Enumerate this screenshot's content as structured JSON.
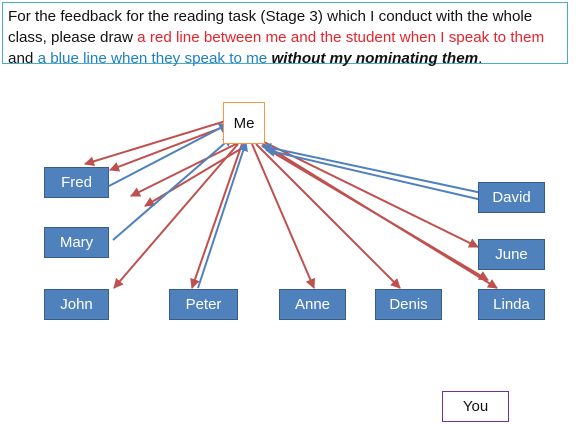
{
  "instructions": {
    "part1": "For the feedback for the reading task (Stage 3) which I conduct with the whole class, please draw ",
    "red_text": "a red line between me and the student when I speak to them",
    "part2": " and ",
    "blue_text": "a blue line when they speak to me",
    "part3": " ",
    "emphasis": "without my nominating them",
    "part4": "."
  },
  "teacher_label": "Me",
  "observer_label": "You",
  "students": [
    {
      "id": "fred",
      "label": "Fred"
    },
    {
      "id": "mary",
      "label": "Mary"
    },
    {
      "id": "john",
      "label": "John"
    },
    {
      "id": "peter",
      "label": "Peter"
    },
    {
      "id": "anne",
      "label": "Anne"
    },
    {
      "id": "denis",
      "label": "Denis"
    },
    {
      "id": "linda",
      "label": "Linda"
    },
    {
      "id": "june",
      "label": "June"
    },
    {
      "id": "david",
      "label": "David"
    }
  ],
  "colors": {
    "red_line": "#c0504d",
    "blue_line": "#4f81bd",
    "student_box": "#4f81bd",
    "teacher_border": "#f79646",
    "observer_border": "#7030a0",
    "instruction_border": "#4bacc6"
  },
  "connections": [
    {
      "type": "red",
      "to": "fred"
    },
    {
      "type": "red",
      "to": "fred"
    },
    {
      "type": "blue",
      "from": "fred"
    },
    {
      "type": "red",
      "to": "fred"
    },
    {
      "type": "red",
      "to": "fred"
    },
    {
      "type": "blue",
      "from": "mary"
    },
    {
      "type": "red",
      "to": "john"
    },
    {
      "type": "red",
      "to": "peter"
    },
    {
      "type": "blue",
      "from": "peter"
    },
    {
      "type": "red",
      "to": "anne"
    },
    {
      "type": "red",
      "to": "denis"
    },
    {
      "type": "red",
      "to": "linda"
    },
    {
      "type": "red",
      "to": "linda"
    },
    {
      "type": "red",
      "to": "june"
    },
    {
      "type": "blue",
      "from": "david"
    },
    {
      "type": "blue",
      "from": "david"
    }
  ]
}
